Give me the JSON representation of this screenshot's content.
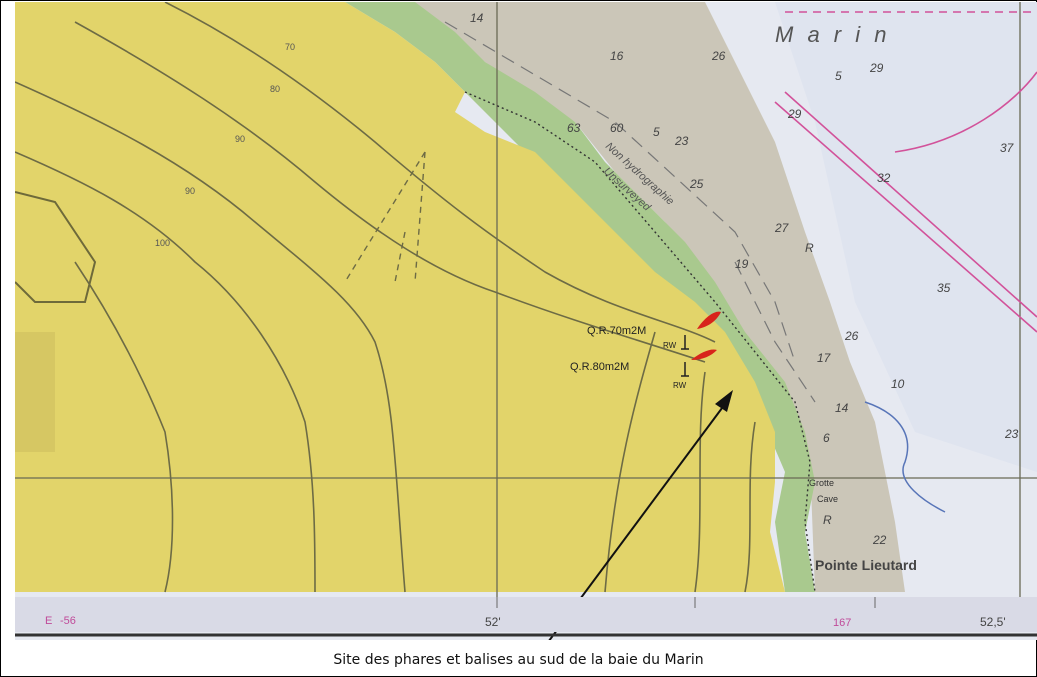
{
  "caption": "Site des phares et balises au sud de la baie du Marin",
  "map": {
    "place_names": {
      "marin": "M a r i n",
      "pointe": "Pointe Lieutard",
      "grotte": "Grotte",
      "cave": "Cave"
    },
    "survey_note": {
      "line1": "Non hydrographie",
      "line2": "Unsurveyed"
    },
    "lights": [
      {
        "label": "Q.R.70m2M",
        "sub": "RW"
      },
      {
        "label": "Q.R.80m2M",
        "sub": "RW"
      }
    ],
    "soundings": [
      "14",
      "16",
      "26",
      "29",
      "29",
      "5",
      "63",
      "60",
      "5",
      "23",
      "25",
      "27",
      "32",
      "37",
      "19",
      "35",
      "26",
      "17",
      "10",
      "14",
      "6",
      "23",
      "22",
      "R",
      "R"
    ],
    "contour_labels": [
      "70",
      "80",
      "90",
      "90",
      "100"
    ],
    "scale": {
      "left": "E",
      "left_value": "-56",
      "mid": "52'",
      "mid2": "167",
      "right": "52,5'"
    },
    "colors": {
      "land": "#e2d46a",
      "foreshore": "#a9c98e",
      "shallow": "#cfc9ba",
      "water": "#e6eaf2",
      "light": "#d8241b"
    }
  }
}
